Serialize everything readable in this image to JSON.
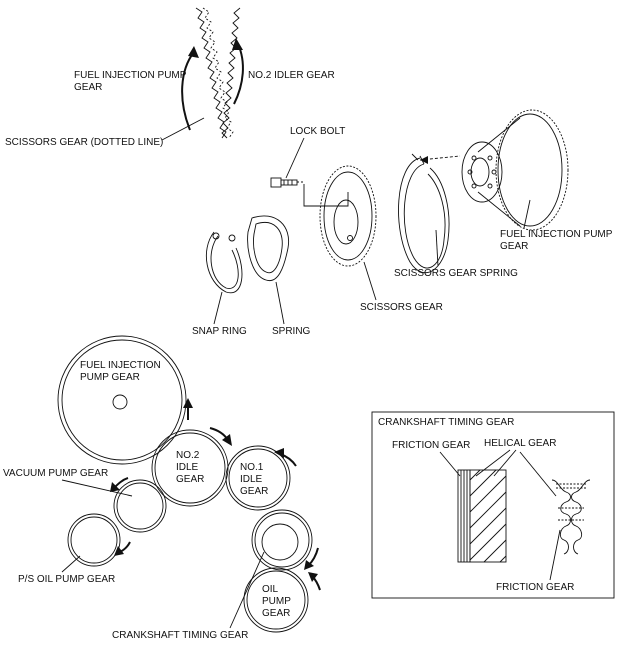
{
  "top_labels": {
    "fuel_injection_pump_gear": [
      "FUEL INJECTION PUMP",
      "GEAR"
    ],
    "no2_idler_gear": "NO.2 IDLER GEAR",
    "scissors_gear_dotted": "SCISSORS GEAR (DOTTED LINE)",
    "lock_bolt": "LOCK BOLT",
    "fuel_injection_pump_gear_right": [
      "FUEL INJECTION PUMP",
      "GEAR"
    ],
    "scissors_gear_spring": "SCISSORS GEAR SPRING",
    "scissors_gear": "SCISSORS GEAR",
    "snap_ring": "SNAP RING",
    "spring": "SPRING"
  },
  "train_labels": {
    "fuel_injection_pump_gear": [
      "FUEL INJECTION",
      "PUMP GEAR"
    ],
    "no2_idle_gear": [
      "NO.2",
      "IDLE",
      "GEAR"
    ],
    "no1_idle_gear": [
      "NO.1",
      "IDLE",
      "GEAR"
    ],
    "vacuum_pump_gear": "VACUUM PUMP GEAR",
    "ps_oil_pump_gear": "P/S OIL PUMP GEAR",
    "oil_pump_gear": [
      "OIL",
      "PUMP",
      "GEAR"
    ],
    "crankshaft_timing_gear": "CRANKSHAFT TIMING GEAR"
  },
  "inset": {
    "title": "CRANKSHAFT TIMING GEAR",
    "friction_gear": "FRICTION GEAR",
    "helical_gear": "HELICAL GEAR",
    "friction_gear_bottom": "FRICTION GEAR"
  },
  "colors": {
    "ink": "#111111",
    "background": "#ffffff"
  }
}
